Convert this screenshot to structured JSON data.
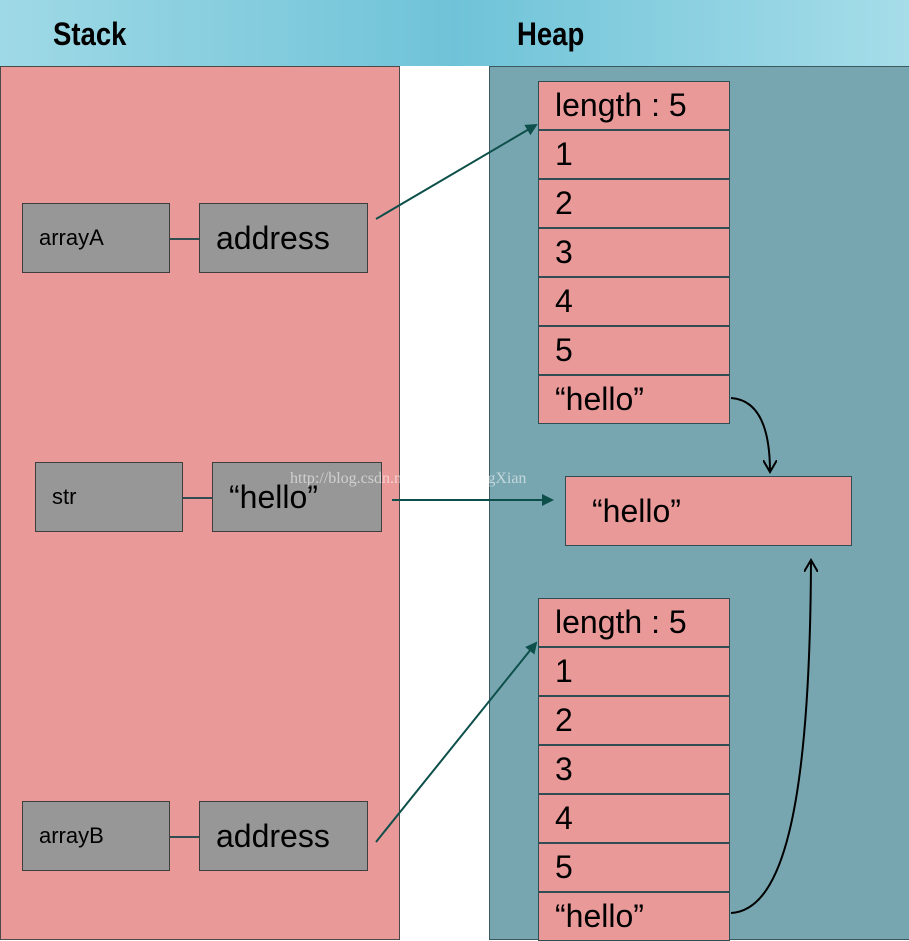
{
  "regions": {
    "stack_title": "Stack",
    "heap_title": "Heap"
  },
  "stack": {
    "arrayA": {
      "name": "arrayA",
      "value": "address"
    },
    "str": {
      "name": "str",
      "value": "“hello”"
    },
    "arrayB": {
      "name": "arrayB",
      "value": "address"
    }
  },
  "heap": {
    "arrayA": {
      "cells": [
        "length : 5",
        "1",
        "2",
        "3",
        "4",
        "5",
        "“hello”"
      ]
    },
    "string_object": "“hello”",
    "arrayB": {
      "cells": [
        "length : 5",
        "1",
        "2",
        "3",
        "4",
        "5",
        "“hello”"
      ]
    }
  },
  "watermark": "http://blog.csdn.net/GongZhongXian",
  "colors": {
    "stack_bg": "#ea9999",
    "heap_bg": "#78a6b0",
    "variable_box": "#979797",
    "arrow": "#0d4f4a"
  }
}
